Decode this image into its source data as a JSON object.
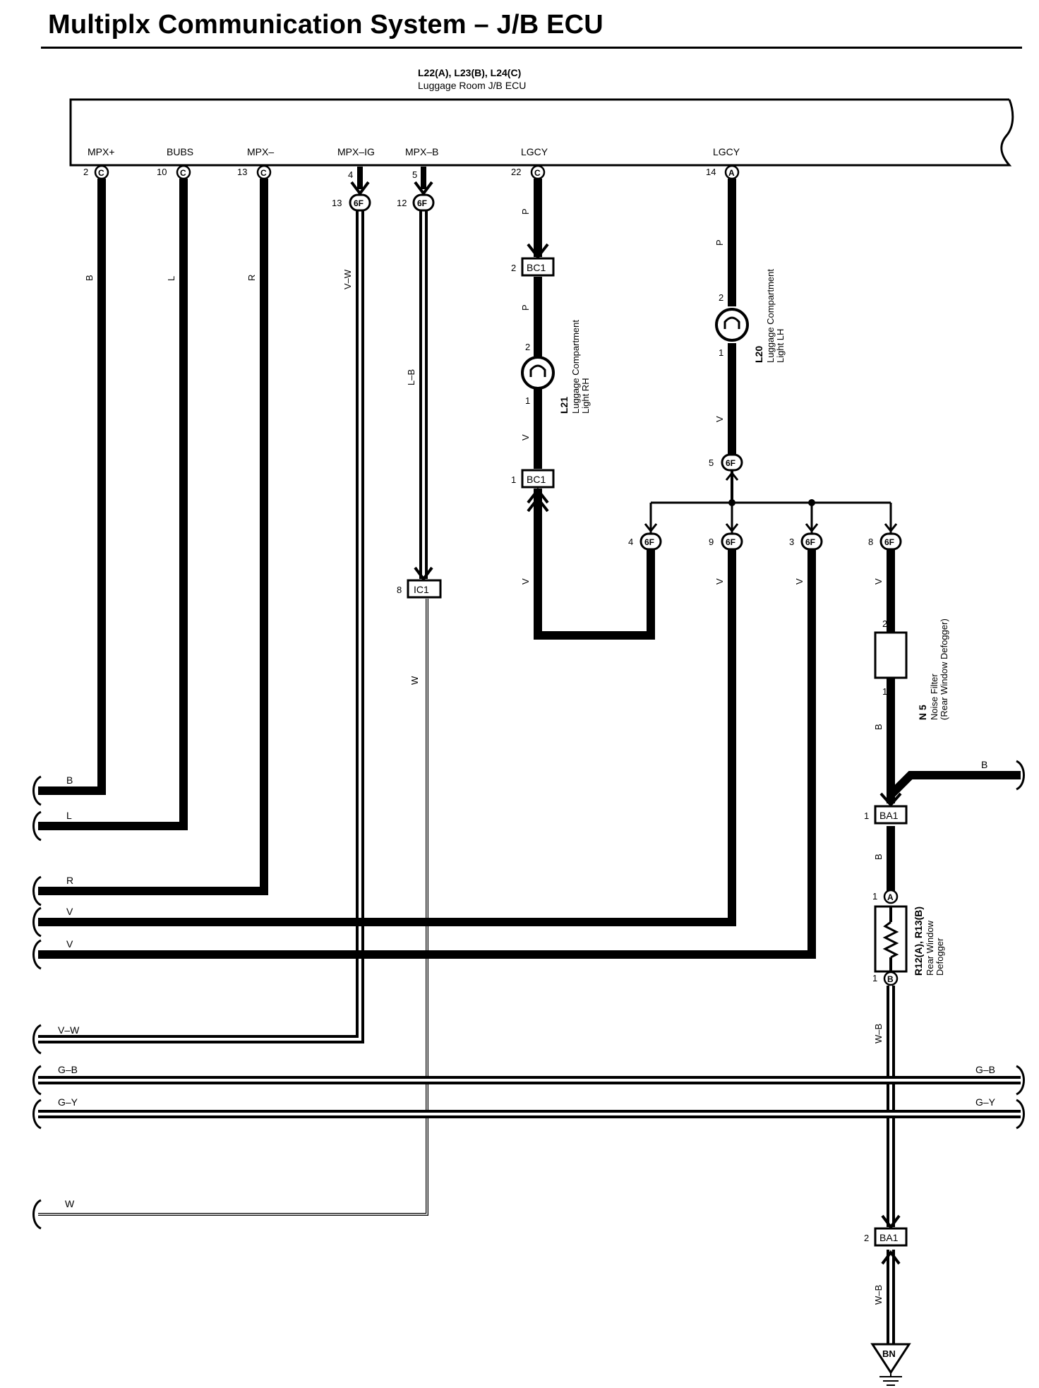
{
  "title": "Multiplx Communication System – J/B ECU",
  "ecu": {
    "codes": "L22(A), L23(B), L24(C)",
    "name": "Luggage Room J/B ECU"
  },
  "terminals": [
    {
      "name": "MPX+",
      "pin": "2",
      "conn": "C"
    },
    {
      "name": "BUBS",
      "pin": "10",
      "conn": "C"
    },
    {
      "name": "MPX–",
      "pin": "13",
      "conn": "C"
    },
    {
      "name": "MPX–IG",
      "pin": "4",
      "conn": ""
    },
    {
      "name": "MPX–B",
      "pin": "5",
      "conn": ""
    },
    {
      "name": "LGCY",
      "pin": "22",
      "conn": "C"
    },
    {
      "name": "LGCY",
      "pin": "14",
      "conn": "A"
    }
  ],
  "junction_connectors": [
    {
      "pin": "13",
      "conn": "6F"
    },
    {
      "pin": "12",
      "conn": "6F"
    },
    {
      "pin": "5",
      "conn": "6F"
    },
    {
      "pin": "4",
      "conn": "6F"
    },
    {
      "pin": "9",
      "conn": "6F"
    },
    {
      "pin": "3",
      "conn": "6F"
    },
    {
      "pin": "8",
      "conn": "6F"
    }
  ],
  "connectors": [
    {
      "pin": "2",
      "conn": "BC1"
    },
    {
      "pin": "1",
      "conn": "BC1"
    },
    {
      "pin": "8",
      "conn": "IC1"
    },
    {
      "pin": "1",
      "conn": "BA1"
    },
    {
      "pin": "2",
      "conn": "BA1"
    }
  ],
  "components": [
    {
      "code": "L21",
      "name1": "Luggage Compartment",
      "name2": "Light RH",
      "pin_top": "2",
      "pin_bottom": "1"
    },
    {
      "code": "L20",
      "name1": "Luggage Compartment",
      "name2": "Light LH",
      "pin_top": "2",
      "pin_bottom": "1"
    },
    {
      "code": "N 5",
      "name1": "Noise Filter",
      "name2": "(Rear Window Defogger)",
      "pin_top": "2",
      "pin_bottom": "1"
    },
    {
      "code": "R12(A), R13(B)",
      "name1": "Rear Window",
      "name2": "Defogger",
      "pin_top": "1",
      "pin_top_conn": "A",
      "pin_bottom": "1",
      "pin_bottom_conn": "B"
    }
  ],
  "ground": {
    "code": "BN"
  },
  "wire_colors": {
    "mpx_plus": "B",
    "bubs": "L",
    "mpx_minus": "R",
    "mpx_ig": "V–W",
    "mpx_b": "L–B",
    "lgcy_c_upper": "P",
    "lgcy_c_mid": "P",
    "lgcy_c_lower": "V",
    "lgcy_a_upper": "P",
    "lgcy_a_lower": "V",
    "j4": "V",
    "j9": "V",
    "j3": "V",
    "j8": "V",
    "filter_out": "B",
    "ba1_out": "B",
    "defogger_out": "W–B",
    "ground_wire": "W–B",
    "ic1_out": "W"
  },
  "left_labels": [
    "B",
    "L",
    "R",
    "V",
    "V",
    "V–W",
    "G–B",
    "G–Y",
    "W"
  ],
  "right_labels": [
    "B",
    "G–B",
    "G–Y"
  ],
  "colors": {
    "line": "#000000",
    "background": "#ffffff"
  }
}
